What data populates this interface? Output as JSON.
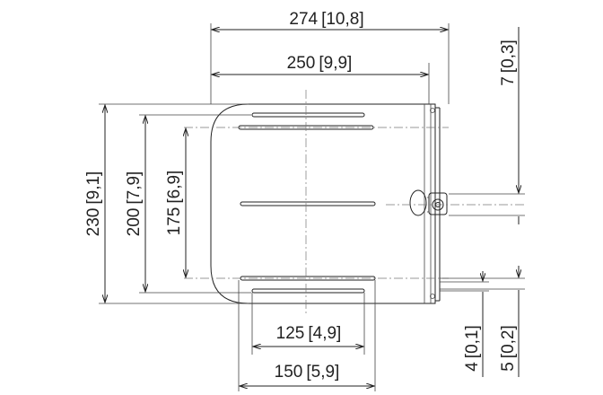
{
  "dimensions": {
    "width_overall": "274",
    "width_overall_inch": "[10,8]",
    "width_plate": "250",
    "width_plate_inch": "[9,9]",
    "height_overall": "230",
    "height_overall_inch": "[9,1]",
    "height_200": "200",
    "height_200_inch": "[7,9]",
    "height_175": "175",
    "height_175_inch": "[6,9]",
    "offset_7": "7",
    "offset_7_inch": "[0,3]",
    "offset_4": "4",
    "offset_4_inch": "[0,1]",
    "offset_5": "5",
    "offset_5_inch": "[0,2]",
    "width_125": "125",
    "width_125_inch": "[4,9]",
    "width_150": "150",
    "width_150_inch": "[5,9]"
  }
}
